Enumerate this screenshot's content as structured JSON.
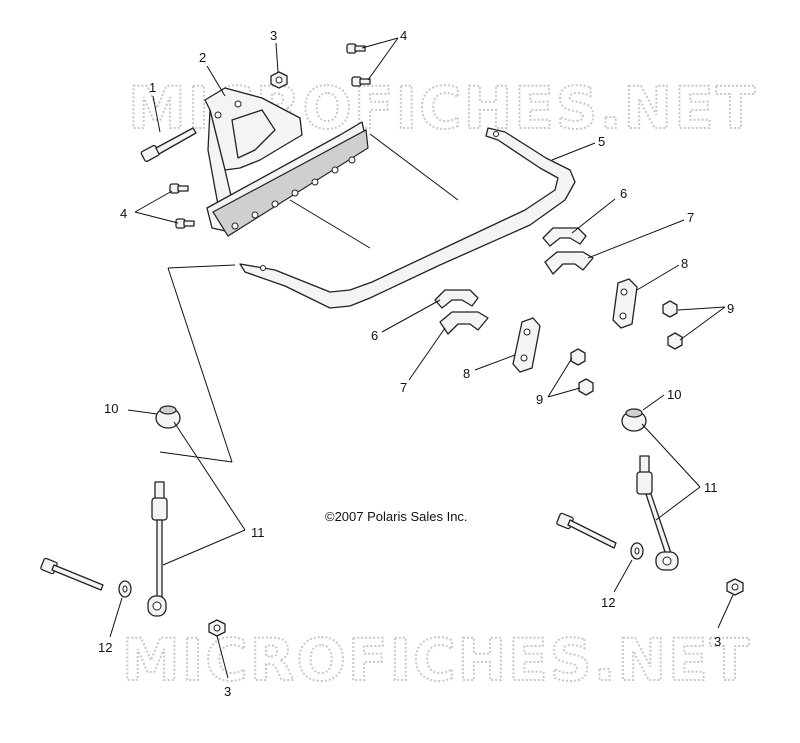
{
  "watermark": {
    "text": "MICROFICHES.NET"
  },
  "copyright": "©2007 Polaris Sales Inc.",
  "callouts": {
    "c1": "1",
    "c2": "2",
    "c3a": "3",
    "c3b": "3",
    "c3c": "3",
    "c4a": "4",
    "c4b": "4",
    "c5": "5",
    "c6a": "6",
    "c6b": "6",
    "c7a": "7",
    "c7b": "7",
    "c8a": "8",
    "c8b": "8",
    "c9a": "9",
    "c9b": "9",
    "c10a": "10",
    "c10b": "10",
    "c11a": "11",
    "c11b": "11",
    "c12a": "12",
    "c12b": "12"
  }
}
